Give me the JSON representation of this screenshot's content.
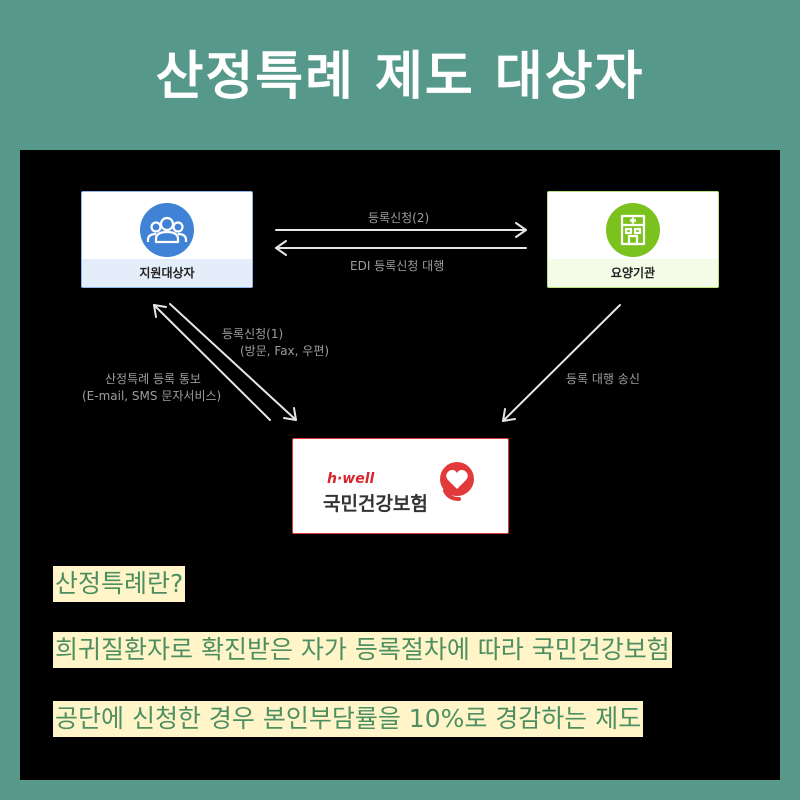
{
  "header": {
    "title": "산정특례 제도 대상자"
  },
  "nodes": {
    "support": {
      "label": "지원대상자"
    },
    "care": {
      "label": "요양기관"
    },
    "nhis": {
      "brand": "h·well",
      "name": "국민건강보험"
    }
  },
  "edges": {
    "register2": "등록신청(2)",
    "edi": "EDI 등록신청 대행",
    "register1": "등록신청(1)",
    "register1_methods": "(방문, Fax, 우편)",
    "notify": "산정특례 등록 통보",
    "notify_methods": "(E-mail, SMS 문자서비스)",
    "proxy_send": "등록 대행 송신"
  },
  "definition": {
    "line1": "산정특례란?",
    "line2": "희귀질환자로 확진받은 자가 등록절차에 따라 국민건강보험",
    "line3": "공단에 신청한 경우 본인부담률을 10%로 경감하는 제도"
  },
  "colors": {
    "teal": "#56998b",
    "support_icon": "#3f82d6",
    "care_icon": "#7cc21e",
    "nhis_red": "#e23a3a",
    "highlight_bg": "#fff5c9",
    "highlight_text": "#4e8f62"
  }
}
